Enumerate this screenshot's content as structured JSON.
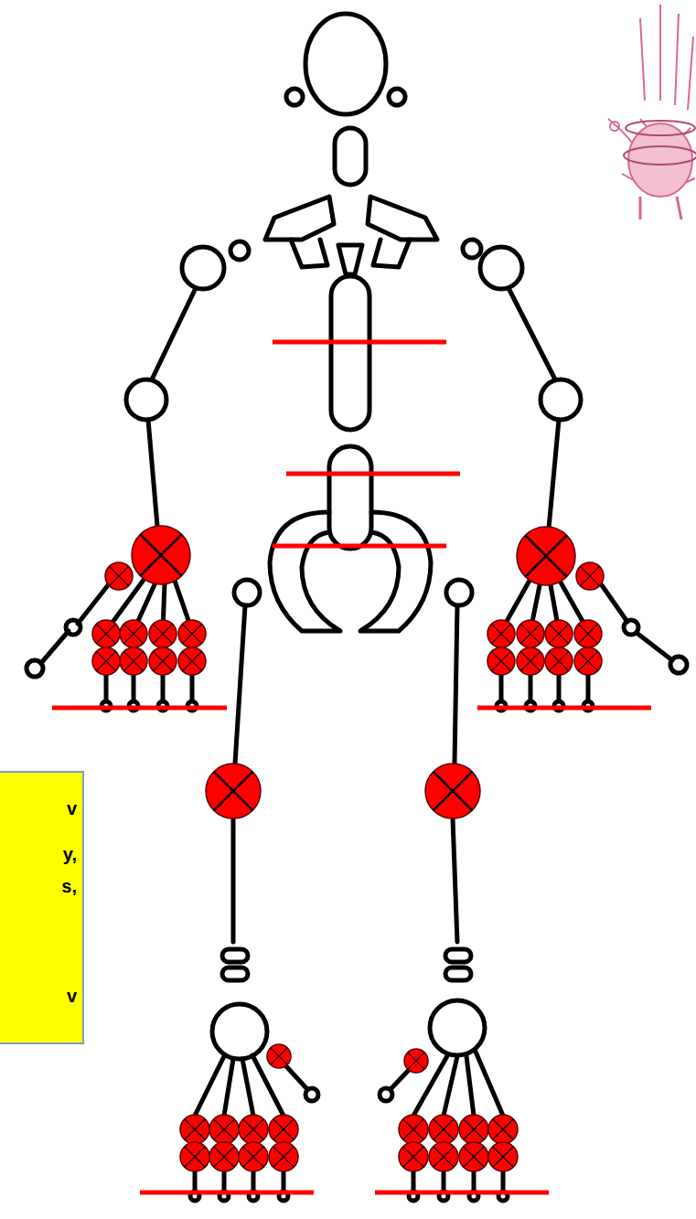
{
  "diagram": {
    "nodes": [
      {
        "text": [
          "v",
          "y,",
          "s,",
          "v"
        ]
      }
    ]
  }
}
